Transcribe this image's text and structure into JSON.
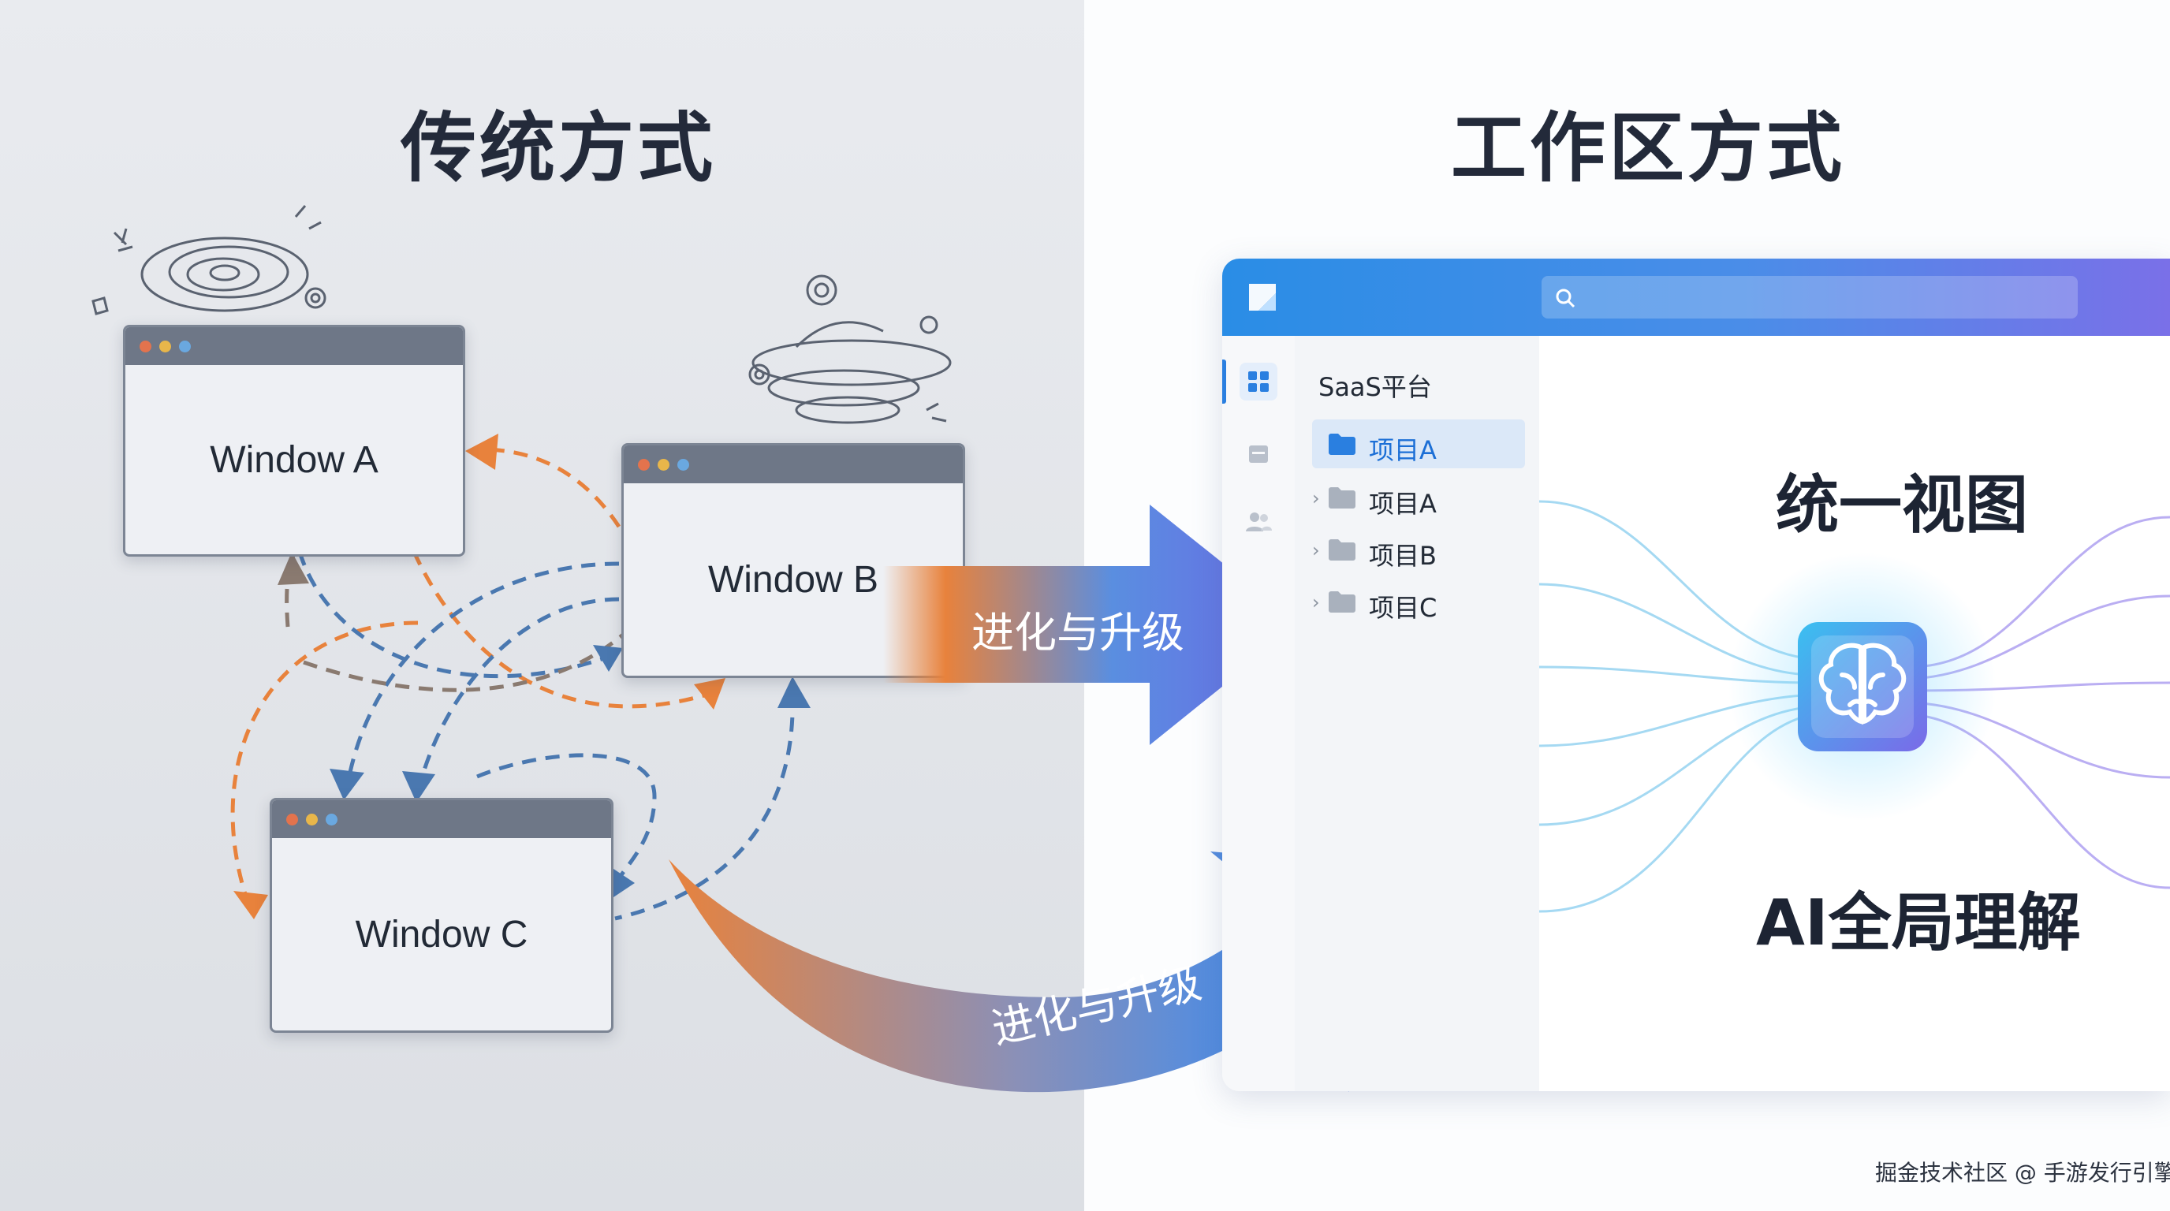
{
  "left_section": {
    "title": "传统方式",
    "windows": [
      {
        "label": "Window A"
      },
      {
        "label": "Window B"
      },
      {
        "label": "Window C"
      }
    ]
  },
  "arrows": [
    {
      "label": "进化与升级"
    },
    {
      "label": "进化与升级"
    }
  ],
  "right_section": {
    "title": "工作区方式",
    "app": {
      "search_icon": "search-icon",
      "sidebar_title": "SaaS平台",
      "tree_items": [
        {
          "label": "项目A",
          "selected": true
        },
        {
          "label": "项目A",
          "selected": false
        },
        {
          "label": "项目B",
          "selected": false
        },
        {
          "label": "项目C",
          "selected": false
        }
      ],
      "canvas_title": "统一视图",
      "canvas_subtitle": "AI全局理解"
    }
  },
  "watermark": "掘金技术社区 @ 手游发行引擎",
  "colors": {
    "orange": "#e8823c",
    "blue": "#4a78b0",
    "accent_blue": "#2a8de6",
    "accent_purple": "#7a70e8"
  }
}
